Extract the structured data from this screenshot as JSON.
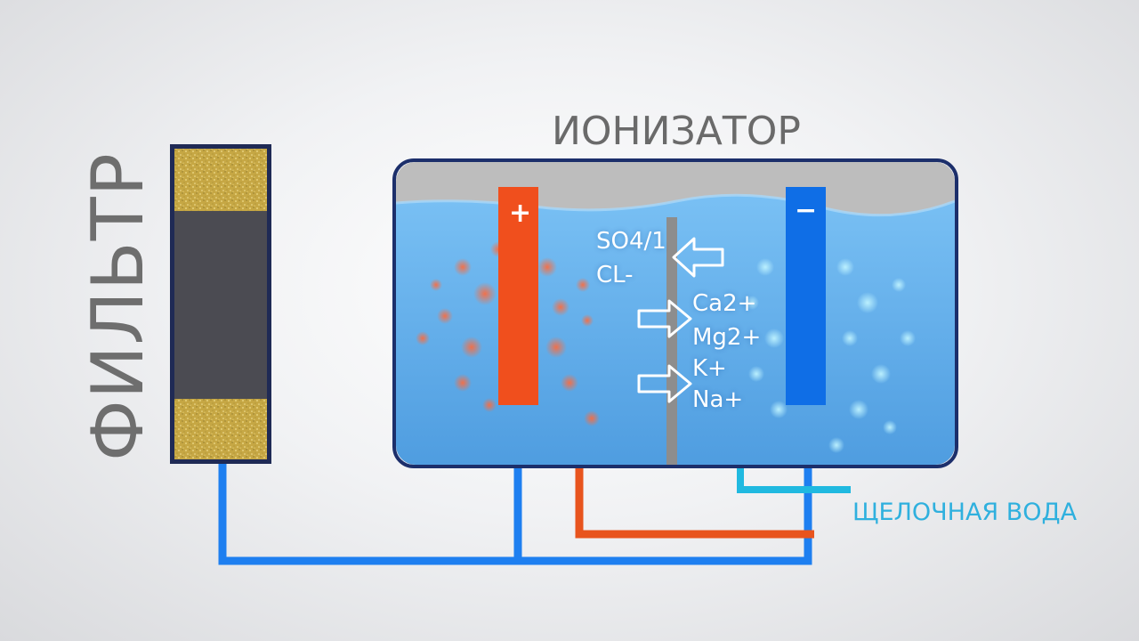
{
  "filter": {
    "label": "ФИЛЬТР"
  },
  "ionizer": {
    "title": "ИОНИЗАТОР",
    "anode_sign": "+",
    "cathode_sign": "−",
    "anions": [
      "SO4/1",
      "CL-"
    ],
    "cations": [
      "Ca2+",
      "Mg2+",
      "K+",
      "Na+"
    ]
  },
  "outputs": {
    "alkaline_label": "ЩЕЛОЧНАЯ ВОДА"
  },
  "colors": {
    "pipe_blue": "#1e7ff0",
    "pipe_orange": "#e8541e",
    "pipe_cyan": "#20b9e0",
    "tank_border": "#1c2f6b",
    "water": "#5aa8e6",
    "anode": "#f04f1d",
    "cathode": "#0f6ee6",
    "filter_media": "#c9a948",
    "filter_core": "#4b4b52"
  }
}
